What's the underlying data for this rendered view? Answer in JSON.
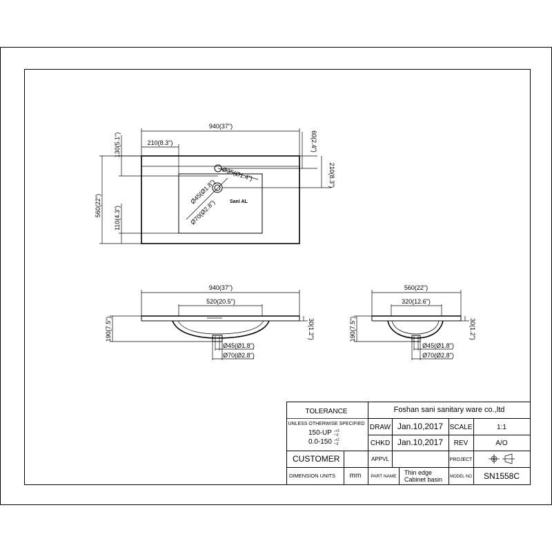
{
  "top_view": {
    "dim_width": "940(37\")",
    "dim_left_offset": "210(8.3\")",
    "dim_top_130": "130(5.1\")",
    "dim_right_60": "60(2.4\")",
    "dim_right_210": "210(8.3\")",
    "dim_depth": "560(22\")",
    "dim_bottom_110": "110(4.3\")",
    "tap_hole": "Ø35(Ø1.4\")",
    "drain_45": "Ø45(Ø1.8\")",
    "drain_70": "Ø70(Ø2.8\")",
    "logo_text": "Sani AL"
  },
  "front_view": {
    "dim_width": "940(37\")",
    "dim_bowl": "520(20.5\")",
    "dim_height": "190(7.5\")",
    "dim_edge": "30(1.2\")",
    "drain_45": "Ø45(Ø1.8\")",
    "drain_70": "Ø70(Ø2.8\")"
  },
  "side_view": {
    "dim_width": "560(22\")",
    "dim_bowl": "320(12.6\")",
    "dim_height": "190(7.5\")",
    "dim_edge": "30(1.2\")",
    "drain_45": "Ø45(Ø1.8\")",
    "drain_70": "Ø70(Ø2.8\")"
  },
  "title_block": {
    "tolerance_label": "TOLERANCE",
    "unless_label": "UNLESS OTHERWISE SPECIFIED",
    "tol_1": "150-UP :",
    "tol_1_sup": "+3",
    "tol_1_sub": "-0",
    "tol_2": "0.0-150 :",
    "tol_2_sup": "+2",
    "tol_2_sub": "-0",
    "company": "Foshan sani sanitary ware co.,ltd",
    "draw_label": "DRAW",
    "draw_date": "Jan.10,2017",
    "scale_label": "SCALE",
    "scale_value": "1:1",
    "chkd_label": "CHKD",
    "chkd_date": "Jan.10,2017",
    "rev_label": "REV",
    "rev_value": "A/O",
    "customer_label": "CUSTOMER",
    "appvl_label": "APPVL",
    "project_label": "PROJECT",
    "dimension_units_label": "DIMENSION UNITS",
    "units_value": "mm",
    "part_name_label": "PART NAME",
    "part_name_1": "Thin edge",
    "part_name_2": "Cabinet basin",
    "model_no_label": "MODEL NO",
    "model_no_value": "SN1558C"
  }
}
